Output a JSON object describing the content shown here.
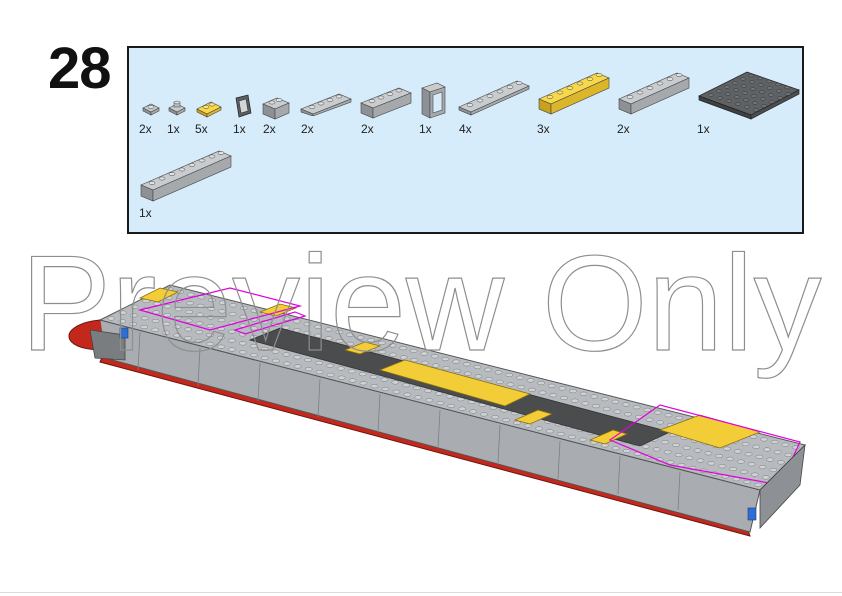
{
  "step": {
    "number": "28"
  },
  "parts": [
    {
      "qty": "2x",
      "icon": "plate-1x1-gray-icon",
      "color": "#9ea3a6"
    },
    {
      "qty": "1x",
      "icon": "jumper-1x2-gray-icon",
      "color": "#9ea3a6"
    },
    {
      "qty": "5x",
      "icon": "tile-1x2-yellow-icon",
      "color": "#f2cd37"
    },
    {
      "qty": "1x",
      "icon": "window-pane-icon",
      "color": "#6f7478"
    },
    {
      "qty": "2x",
      "icon": "brick-1x2-gray-icon",
      "color": "#9ea3a6"
    },
    {
      "qty": "2x",
      "icon": "plate-1x4-gray-icon",
      "color": "#9ea3a6"
    },
    {
      "qty": "2x",
      "icon": "brick-1x4-gray-icon",
      "color": "#9ea3a6"
    },
    {
      "qty": "1x",
      "icon": "door-frame-icon",
      "color": "#9ea3a6"
    },
    {
      "qty": "4x",
      "icon": "plate-1x6-gray-icon",
      "color": "#9ea3a6"
    },
    {
      "qty": "3x",
      "icon": "brick-1x6-yellow-icon",
      "color": "#f2cd37"
    },
    {
      "qty": "2x",
      "icon": "brick-1x6-gray-icon",
      "color": "#9ea3a6"
    },
    {
      "qty": "1x",
      "icon": "plate-6x6-dark-gray-icon",
      "color": "#5b5e61"
    },
    {
      "qty": "1x",
      "icon": "brick-1x8-gray-icon",
      "color": "#9ea3a6"
    }
  ],
  "watermark": {
    "text": "Preview Only"
  },
  "colors": {
    "panel": "#d6ecfa",
    "light_gray": "#a0a5a9",
    "dark_gray": "#58595b",
    "yellow": "#f2cd37",
    "red": "#c4281c",
    "highlight": "#e000e0"
  }
}
